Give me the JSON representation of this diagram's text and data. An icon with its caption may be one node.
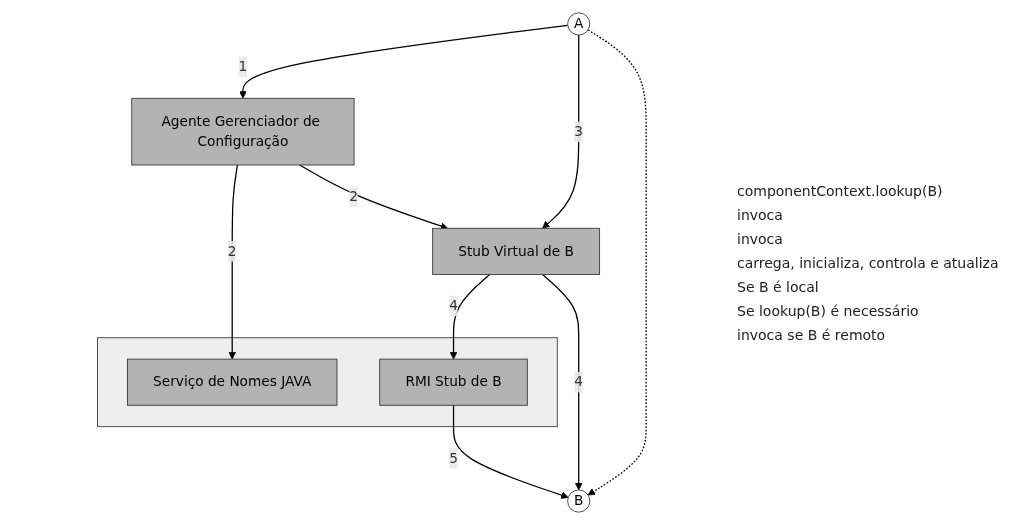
{
  "diagram": {
    "nodes": [
      {
        "text": [
          "A"
        ]
      },
      {
        "text": [
          "B"
        ]
      },
      {
        "text": [
          "Agente Gerenciador de Configuração"
        ]
      },
      {
        "text": [
          "Stub Virtual de B"
        ]
      },
      {
        "text": [],
        "shape": "box"
      },
      {
        "text": [
          "Serviço de Nomes JAVA"
        ],
        "in": 4
      },
      {
        "text": [
          "RMI Stub de B"
        ],
        "in": 4
      }
    ],
    "edges": [
      {
        "from": 0,
        "to": 2,
        "arrow": "to",
        "label": "1"
      },
      {
        "from": 0,
        "to": 1,
        "arrow": "to",
        "style": "dashed"
      },
      {
        "from": 0,
        "to": 3,
        "arrow": "to",
        "label": "3"
      },
      {
        "from": 2,
        "to": 3,
        "arrow": "to",
        "label": "2"
      },
      {
        "from": 2,
        "to": 5,
        "arrow": "to",
        "label": "2"
      },
      {
        "from": 3,
        "to": 6,
        "arrow": "to",
        "label": "4"
      },
      {
        "from": 3,
        "to": 1,
        "arrow": "to",
        "label": "4"
      },
      {
        "from": 6,
        "to": 1,
        "arrow": "to",
        "label": "5"
      }
    ],
    "labels": [
      "componentContext.lookup(B)",
      "invoca",
      "invoca",
      "carrega, inicializa, controla e atualiza",
      "Se B é local",
      "Se lookup(B) é necessário",
      "invoca se B é remoto"
    ]
  }
}
